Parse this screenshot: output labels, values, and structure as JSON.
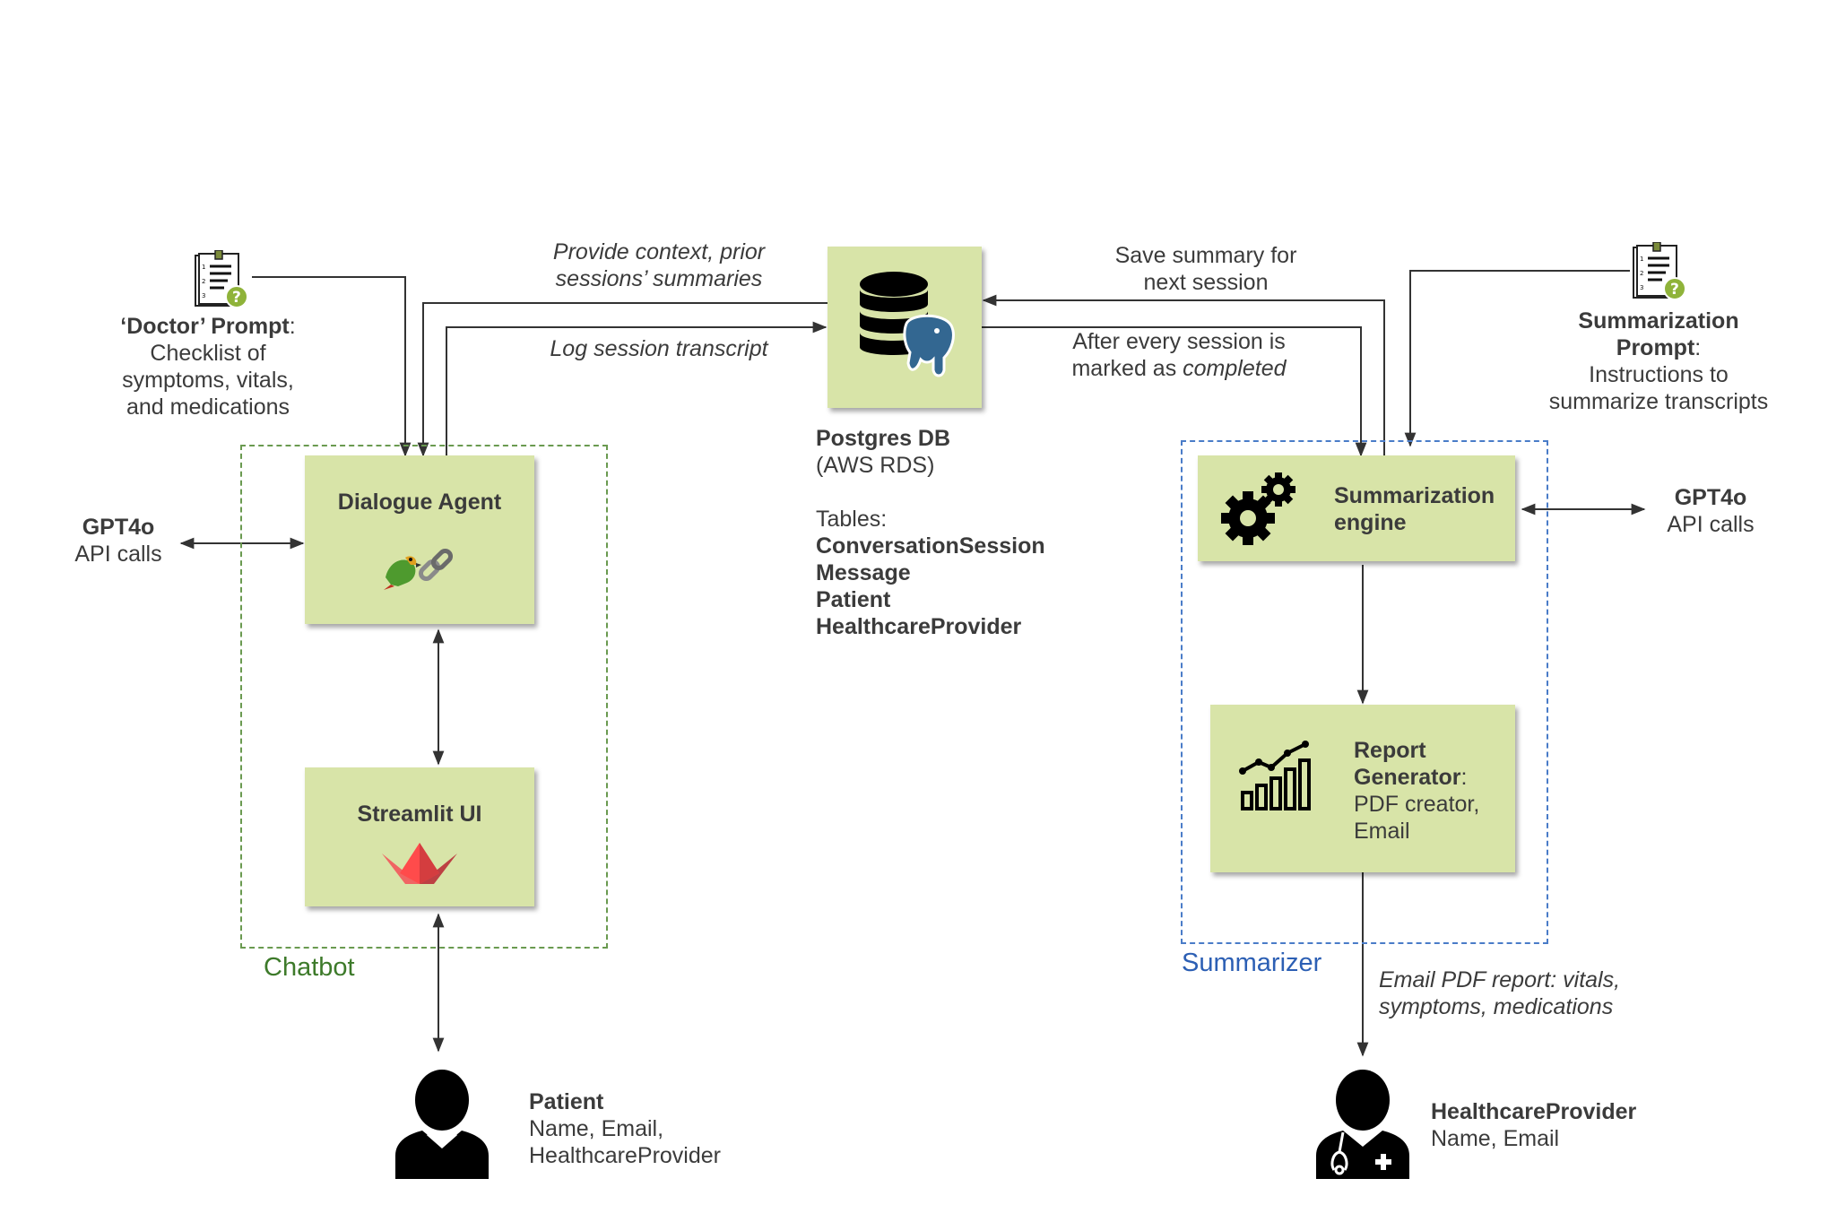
{
  "chatbot": {
    "group_label": "Chatbot",
    "dialogue_agent_title": "Dialogue Agent",
    "streamlit_title": "Streamlit UI",
    "gpt_title": "GPT4o",
    "gpt_sub": "API calls",
    "prompt_title": "‘Doctor’ Prompt",
    "prompt_colon": ":",
    "prompt_lines": [
      "Checklist of",
      "symptoms, vitals,",
      "and medications"
    ]
  },
  "db": {
    "title": "Postgres DB",
    "subtitle": "(AWS RDS)",
    "tables_label": "Tables:",
    "tables": [
      "ConversationSession",
      "Message",
      "Patient",
      "HealthcareProvider"
    ]
  },
  "flows": {
    "context_line1": "Provide context, prior",
    "context_line2": "sessions’ summaries",
    "log": "Log session transcript",
    "save_line1": "Save summary for",
    "save_line2": "next session",
    "after_line1": "After every session is",
    "after_line2_prefix": "marked as ",
    "after_line2_italic": "completed",
    "email_line1": "Email PDF report: vitals,",
    "email_line2": "symptoms, medications"
  },
  "summarizer": {
    "group_label": "Summarizer",
    "engine_line1": "Summarization",
    "engine_line2": "engine",
    "report_line1": "Report",
    "report_line2": "Generator",
    "report_colon": ":",
    "report_line3": "PDF creator,",
    "report_line4": "Email",
    "gpt_title": "GPT4o",
    "gpt_sub": "API calls",
    "prompt_line1": "Summarization",
    "prompt_line2": "Prompt",
    "prompt_colon": ":",
    "prompt_line3": "Instructions to",
    "prompt_line4": "summarize transcripts"
  },
  "patient": {
    "title": "Patient",
    "line1": "Name, Email,",
    "line2": "HealthcareProvider"
  },
  "provider": {
    "title": "HealthcareProvider",
    "line1": "Name, Email"
  },
  "colors": {
    "box": "#d8e4a8",
    "chatbot_group": "#6a9a50",
    "chatbot_label": "#3d7a2a",
    "summarizer_group": "#4a7cc8",
    "summarizer_label": "#2c5fb4",
    "streamlit": "#e8524f",
    "postgres": "#336791"
  }
}
